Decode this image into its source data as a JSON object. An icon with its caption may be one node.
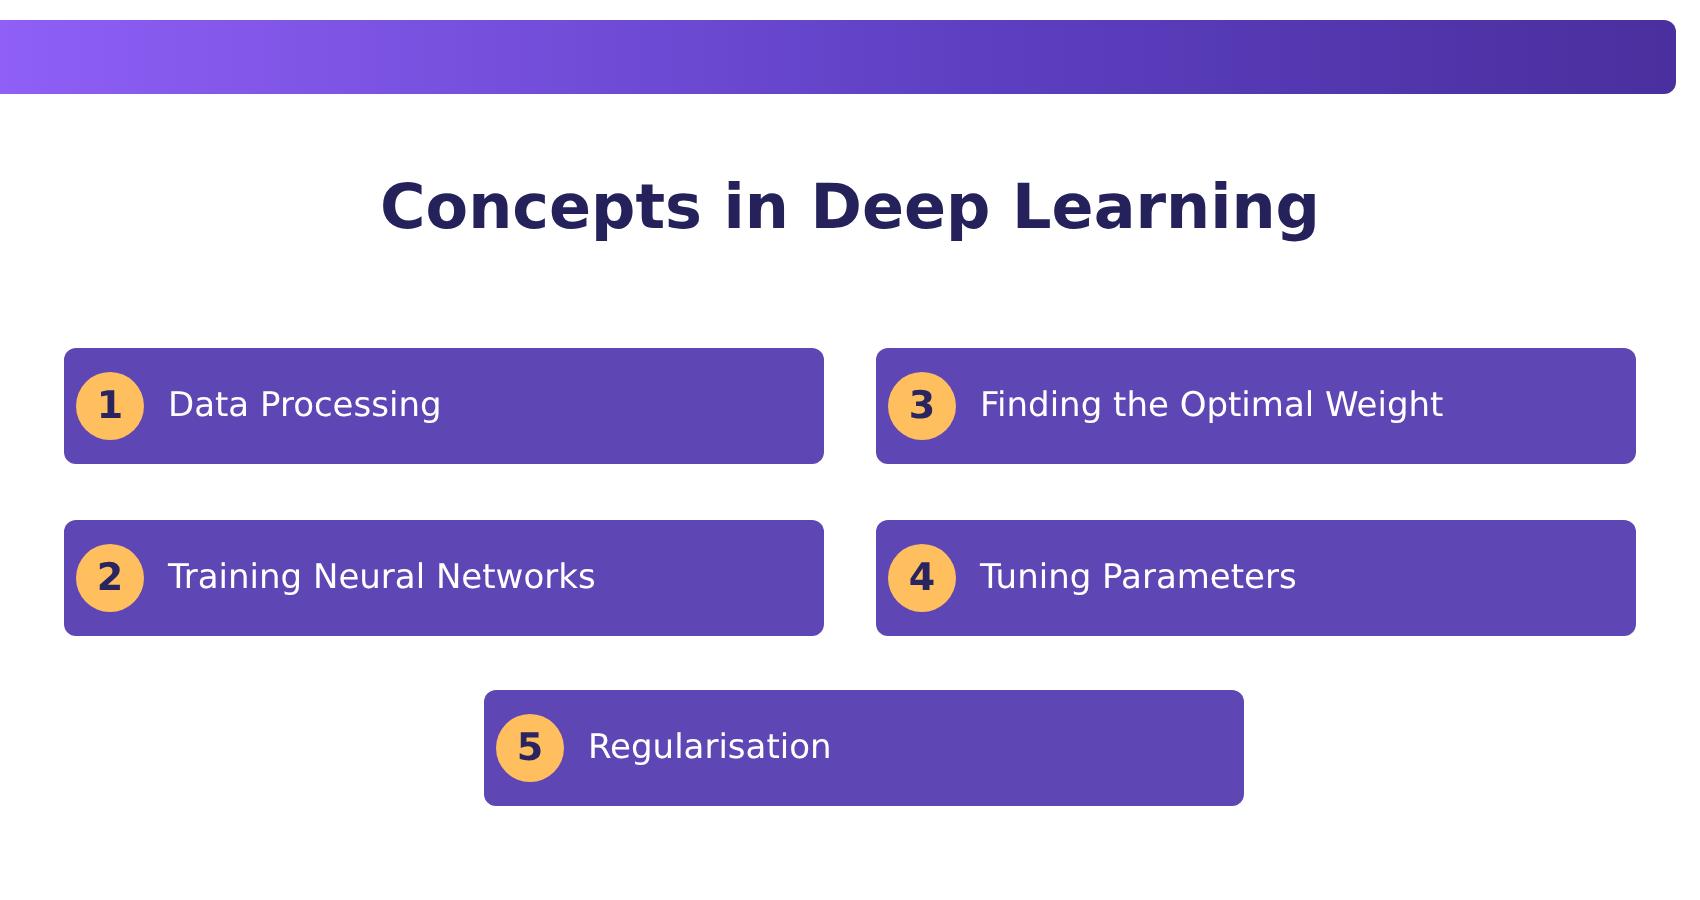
{
  "diagram": {
    "title": "Concepts in Deep Learning",
    "nodes": [
      {
        "text": [],
        "shape": "bar"
      },
      {
        "text": [
          "Data Processing"
        ]
      },
      {
        "text": [
          "1"
        ],
        "in": 1
      },
      {
        "text": [
          "Finding the Optimal Weight"
        ]
      },
      {
        "text": [
          "3"
        ],
        "in": 3
      },
      {
        "text": [
          "Training Neural Networks"
        ]
      },
      {
        "text": [
          "2"
        ],
        "in": 5
      },
      {
        "text": [
          "Tuning Parameters"
        ]
      },
      {
        "text": [
          "4"
        ],
        "in": 7
      },
      {
        "text": [
          "Regularisation"
        ]
      },
      {
        "text": [
          "5"
        ],
        "in": 9
      }
    ]
  }
}
